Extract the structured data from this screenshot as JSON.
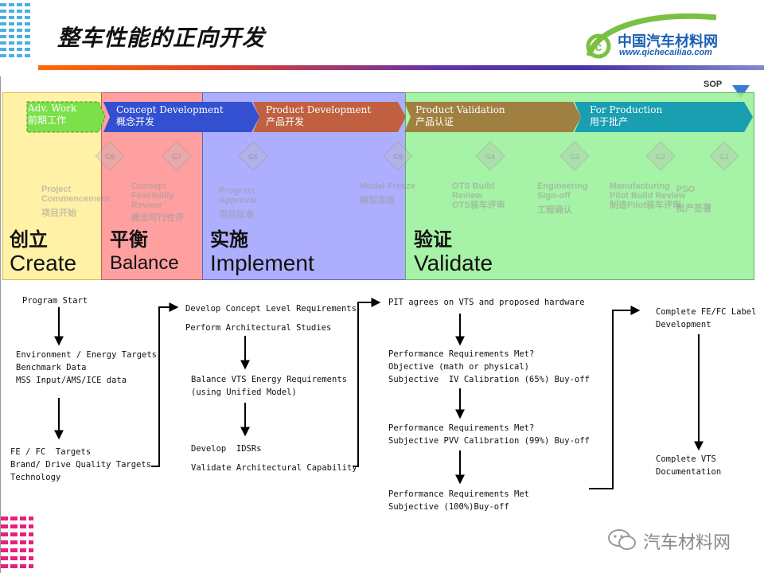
{
  "header": {
    "title": "整车性能的正向开发",
    "logo_cn": "中国汽车材料网",
    "logo_url": "www.qichecailiao.com"
  },
  "sop_label": "SOP",
  "phases": [
    {
      "en": "Adv. Work",
      "cn": "前期工作"
    },
    {
      "en": "Concept Development",
      "cn": "概念开发"
    },
    {
      "en": "Product Development",
      "cn": "产品开发"
    },
    {
      "en": "Product Validation",
      "cn": "产品认证"
    },
    {
      "en": "For Production",
      "cn": "用于批产"
    }
  ],
  "gates": [
    "G8",
    "G7",
    "G6",
    "G5",
    "G4",
    "G3",
    "G2",
    "G1"
  ],
  "milestones": [
    {
      "en": "Project Commencement",
      "cn": "项目开始"
    },
    {
      "en": "Concept Feasibility Review",
      "cn": "概念可行性评"
    },
    {
      "en": "Program Approval",
      "cn": "项目批准"
    },
    {
      "en": "Model Freeze",
      "cn": "模型冻结"
    },
    {
      "en": "OTS Build Review",
      "cn": "OTS装车评审"
    },
    {
      "en": "Engineering Sign-off",
      "cn": "工程确认"
    },
    {
      "en": "Manufacturing Pilot Build Review",
      "cn": "制造Pilot装车评审"
    },
    {
      "en": "PSO",
      "cn": "批产签署"
    }
  ],
  "stages": [
    {
      "cn": "创立",
      "en": "Create"
    },
    {
      "cn": "平衡",
      "en": "Balance"
    },
    {
      "cn": "实施",
      "en": "Implement"
    },
    {
      "cn": "验证",
      "en": "Validate"
    }
  ],
  "process": {
    "col1": {
      "a": "Program Start",
      "b": "Environment / Energy Targets\nBenchmark Data\nMSS Input/AMS/ICE data",
      "c": "FE / FC  Targets\nBrand/ Drive Quality Targets\nTechnology"
    },
    "col2": {
      "a": "Develop Concept Level Requirements\nPerform Architectural Studies",
      "b": "Balance VTS Energy Requirements\n(using Unified Model)",
      "c": "Develop  IDSRs\nValidate Architectural Capability"
    },
    "col3": {
      "a": "PIT agrees on VTS and proposed hardware",
      "b": "Performance Requirements Met?\nObjective (math or physical)\nSubjective  IV Calibration (65%) Buy-off",
      "c": "Performance Requirements Met?\nSubjective PVV Calibration (99%) Buy-off",
      "d": "Performance Requirements Met\nSubjective (100%)Buy-off"
    },
    "col4": {
      "a": "Complete FE/FC Label\nDevelopment",
      "b": "Complete VTS\nDocumentation"
    }
  },
  "watermark": "汽车材料网"
}
